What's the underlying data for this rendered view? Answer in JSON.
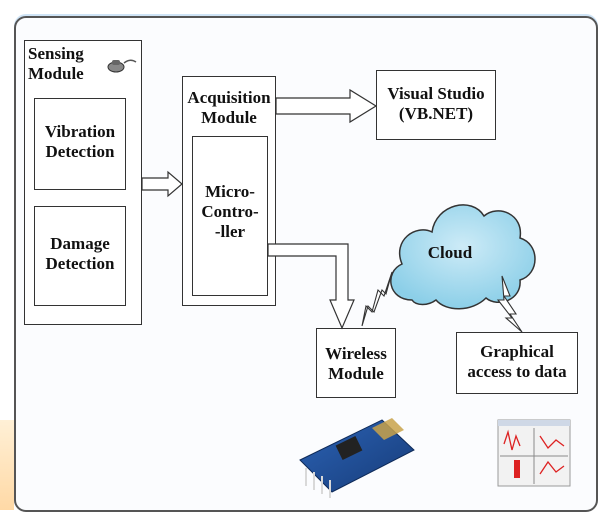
{
  "sensing_module": {
    "title": "Sensing\nModule",
    "vibration": "Vibration\nDetection",
    "damage": "Damage\nDetection"
  },
  "acquisition_module": {
    "title": "Acquisition\nModule",
    "micro": "Micro-\nContro-\n-ller"
  },
  "visual_studio": "Visual Studio\n(VB.NET)",
  "cloud": "Cloud",
  "wireless_module": "Wireless\nModule",
  "graphical_access": "Graphical\naccess to data",
  "colors": {
    "cloud_fill": "#a9dcef",
    "board_blue": "#1f4f9a",
    "frame_border": "#555555",
    "accent_orange": "#ffd9a6"
  }
}
